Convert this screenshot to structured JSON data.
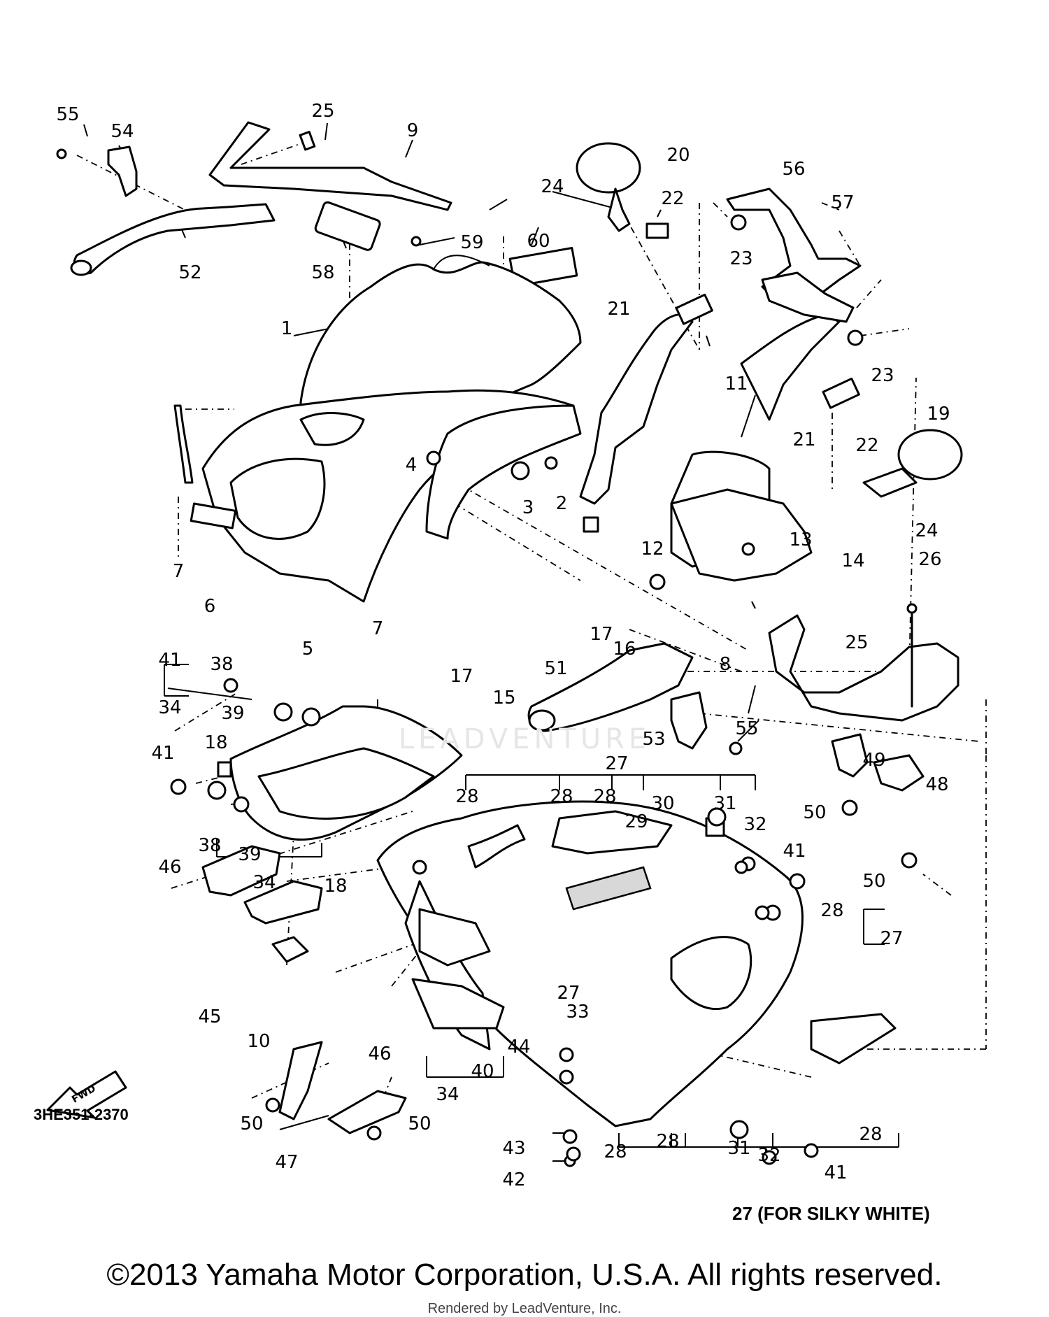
{
  "diagram": {
    "code": "3HE351-2370",
    "silky_note": "27 (FOR SILKY WHITE)",
    "fwd_label": "FWD",
    "watermark": "LEADVENTURE",
    "callouts": [
      {
        "id": "c55a",
        "text": "55"
      },
      {
        "id": "c54",
        "text": "54"
      },
      {
        "id": "c25a",
        "text": "25"
      },
      {
        "id": "c9",
        "text": "9"
      },
      {
        "id": "c52",
        "text": "52"
      },
      {
        "id": "c58",
        "text": "58"
      },
      {
        "id": "c59",
        "text": "59"
      },
      {
        "id": "c60",
        "text": "60"
      },
      {
        "id": "c20",
        "text": "20"
      },
      {
        "id": "c24a",
        "text": "24"
      },
      {
        "id": "c22a",
        "text": "22"
      },
      {
        "id": "c56",
        "text": "56"
      },
      {
        "id": "c57",
        "text": "57"
      },
      {
        "id": "c23a",
        "text": "23"
      },
      {
        "id": "c23b",
        "text": "23"
      },
      {
        "id": "c21a",
        "text": "21"
      },
      {
        "id": "c1",
        "text": "1"
      },
      {
        "id": "c11",
        "text": "11"
      },
      {
        "id": "c21b",
        "text": "21"
      },
      {
        "id": "c22b",
        "text": "22"
      },
      {
        "id": "c19",
        "text": "19"
      },
      {
        "id": "c4",
        "text": "4"
      },
      {
        "id": "c3",
        "text": "3"
      },
      {
        "id": "c2",
        "text": "2"
      },
      {
        "id": "c13",
        "text": "13"
      },
      {
        "id": "c12",
        "text": "12"
      },
      {
        "id": "c14",
        "text": "14"
      },
      {
        "id": "c24b",
        "text": "24"
      },
      {
        "id": "c7a",
        "text": "7"
      },
      {
        "id": "c6",
        "text": "6"
      },
      {
        "id": "c5",
        "text": "5"
      },
      {
        "id": "c7b",
        "text": "7"
      },
      {
        "id": "c17a",
        "text": "17"
      },
      {
        "id": "c16",
        "text": "16"
      },
      {
        "id": "c26",
        "text": "26"
      },
      {
        "id": "c25b",
        "text": "25"
      },
      {
        "id": "c41a",
        "text": "41"
      },
      {
        "id": "c38a",
        "text": "38"
      },
      {
        "id": "c34a",
        "text": "34"
      },
      {
        "id": "c39a",
        "text": "39"
      },
      {
        "id": "c17b",
        "text": "17"
      },
      {
        "id": "c15",
        "text": "15"
      },
      {
        "id": "c51",
        "text": "51"
      },
      {
        "id": "c8",
        "text": "8"
      },
      {
        "id": "c53",
        "text": "53"
      },
      {
        "id": "c55b",
        "text": "55"
      },
      {
        "id": "c18a",
        "text": "18"
      },
      {
        "id": "c49",
        "text": "49"
      },
      {
        "id": "c41b",
        "text": "41"
      },
      {
        "id": "c27a",
        "text": "27"
      },
      {
        "id": "c48",
        "text": "48"
      },
      {
        "id": "c28a",
        "text": "28"
      },
      {
        "id": "c28b",
        "text": "28"
      },
      {
        "id": "c28c",
        "text": "28"
      },
      {
        "id": "c30",
        "text": "30"
      },
      {
        "id": "c31a",
        "text": "31"
      },
      {
        "id": "c29",
        "text": "29"
      },
      {
        "id": "c32a",
        "text": "32"
      },
      {
        "id": "c50a",
        "text": "50"
      },
      {
        "id": "c38b",
        "text": "38"
      },
      {
        "id": "c39b",
        "text": "39"
      },
      {
        "id": "c41c",
        "text": "41"
      },
      {
        "id": "c46a",
        "text": "46"
      },
      {
        "id": "c34b",
        "text": "34"
      },
      {
        "id": "c18b",
        "text": "18"
      },
      {
        "id": "c50b",
        "text": "50"
      },
      {
        "id": "c28d",
        "text": "28"
      },
      {
        "id": "c27b",
        "text": "27"
      },
      {
        "id": "c45",
        "text": "45"
      },
      {
        "id": "c10",
        "text": "10"
      },
      {
        "id": "c27c",
        "text": "27"
      },
      {
        "id": "c33",
        "text": "33"
      },
      {
        "id": "c46b",
        "text": "46"
      },
      {
        "id": "c44",
        "text": "44"
      },
      {
        "id": "c40",
        "text": "40"
      },
      {
        "id": "c34c",
        "text": "34"
      },
      {
        "id": "c50c",
        "text": "50"
      },
      {
        "id": "c50d",
        "text": "50"
      },
      {
        "id": "c43",
        "text": "43"
      },
      {
        "id": "c47",
        "text": "47"
      },
      {
        "id": "c42",
        "text": "42"
      },
      {
        "id": "c28e",
        "text": "28"
      },
      {
        "id": "c28f",
        "text": "28"
      },
      {
        "id": "c31b",
        "text": "31"
      },
      {
        "id": "c32b",
        "text": "32"
      },
      {
        "id": "c41d",
        "text": "41"
      },
      {
        "id": "c28g",
        "text": "28"
      }
    ]
  },
  "footer": {
    "copyright": "©2013 Yamaha Motor Corporation, U.S.A. All rights reserved.",
    "rendered_by": "Rendered by LeadVenture, Inc."
  }
}
